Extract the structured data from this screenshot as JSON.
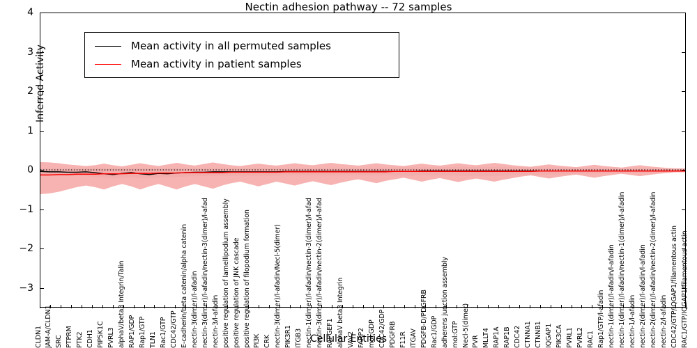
{
  "chart_data": {
    "type": "line",
    "title": "Nectin adhesion pathway -- 72 samples",
    "xlabel": "Cellular Entities",
    "ylabel": "Inferred Activity",
    "ylim": [
      -3.5,
      4
    ],
    "yticks": [
      -3,
      -2,
      -1,
      0,
      1,
      2,
      3,
      4
    ],
    "ytick_labels": [
      "−3",
      "−2",
      "−1",
      "0",
      "1",
      "2",
      "3",
      "4"
    ],
    "grid": false,
    "legend_position": "upper left",
    "series": [
      {
        "name": "Mean activity in all permuted samples",
        "color": "#000000",
        "style": "solid",
        "band_color": "#d9d9d9",
        "values": [
          -0.04,
          -0.05,
          -0.05,
          -0.06,
          -0.06,
          -0.05,
          -0.07,
          -0.1,
          -0.12,
          -0.09,
          -0.07,
          -0.1,
          -0.12,
          -0.09,
          -0.1,
          -0.08,
          -0.07,
          -0.06,
          -0.06,
          -0.05,
          -0.05,
          -0.05,
          -0.05,
          -0.05,
          -0.05,
          -0.05,
          -0.05,
          -0.04,
          -0.04,
          -0.04,
          -0.04,
          -0.04,
          -0.04,
          -0.04,
          -0.04,
          -0.04,
          -0.04,
          -0.04,
          -0.04,
          -0.04,
          -0.04,
          -0.04,
          -0.03,
          -0.03,
          -0.03,
          -0.03,
          -0.03,
          -0.03,
          -0.03,
          -0.03,
          -0.03,
          -0.03,
          -0.03,
          -0.03,
          -0.03,
          -0.03,
          -0.03,
          -0.03,
          -0.03,
          -0.03,
          -0.03,
          -0.03,
          -0.03,
          -0.03,
          -0.03,
          -0.03,
          -0.03,
          -0.03,
          -0.03,
          -0.03,
          -0.03,
          -0.03
        ],
        "band_upper": [
          0.04,
          0.04,
          0.05,
          0.05,
          0.05,
          0.05,
          0.06,
          0.05,
          0.05,
          0.05,
          0.05,
          0.05,
          0.05,
          0.05,
          0.05,
          0.05,
          0.05,
          0.05,
          0.05,
          0.05,
          0.05,
          0.05,
          0.05,
          0.05,
          0.05,
          0.05,
          0.05,
          0.05,
          0.05,
          0.05,
          0.05,
          0.05,
          0.05,
          0.05,
          0.05,
          0.05,
          0.05,
          0.06,
          0.06,
          0.06,
          0.07,
          0.07,
          0.07,
          0.07,
          0.07,
          0.07,
          0.08,
          0.08,
          0.08,
          0.08,
          0.08,
          0.08,
          0.07,
          0.07,
          0.07,
          0.06,
          0.06,
          0.06,
          0.06,
          0.05,
          0.05,
          0.05,
          0.05,
          0.05,
          0.04,
          0.04,
          0.04,
          0.04,
          0.04,
          0.03,
          0.03,
          0.03
        ],
        "band_lower": [
          -0.14,
          -0.15,
          -0.15,
          -0.16,
          -0.16,
          -0.16,
          -0.18,
          -0.2,
          -0.22,
          -0.2,
          -0.19,
          -0.21,
          -0.22,
          -0.2,
          -0.2,
          -0.18,
          -0.17,
          -0.16,
          -0.16,
          -0.15,
          -0.15,
          -0.15,
          -0.15,
          -0.15,
          -0.15,
          -0.15,
          -0.15,
          -0.14,
          -0.14,
          -0.14,
          -0.14,
          -0.14,
          -0.14,
          -0.14,
          -0.14,
          -0.14,
          -0.14,
          -0.14,
          -0.14,
          -0.14,
          -0.15,
          -0.15,
          -0.14,
          -0.14,
          -0.14,
          -0.14,
          -0.15,
          -0.15,
          -0.15,
          -0.15,
          -0.15,
          -0.15,
          -0.14,
          -0.13,
          -0.13,
          -0.12,
          -0.12,
          -0.12,
          -0.11,
          -0.1,
          -0.1,
          -0.09,
          -0.09,
          -0.08,
          -0.08,
          -0.07,
          -0.07,
          -0.06,
          -0.06,
          -0.05,
          -0.05,
          -0.05
        ]
      },
      {
        "name": "Mean activity in patient samples",
        "color": "#ff0000",
        "style": "solid",
        "band_color": "#f4a6a3",
        "values": [
          -0.13,
          -0.13,
          -0.12,
          -0.12,
          -0.11,
          -0.11,
          -0.11,
          -0.1,
          -0.1,
          -0.1,
          -0.09,
          -0.09,
          -0.09,
          -0.08,
          -0.08,
          -0.08,
          -0.07,
          -0.07,
          -0.07,
          -0.07,
          -0.07,
          -0.06,
          -0.06,
          -0.06,
          -0.06,
          -0.06,
          -0.06,
          -0.05,
          -0.05,
          -0.05,
          -0.05,
          -0.05,
          -0.05,
          -0.05,
          -0.05,
          -0.05,
          -0.05,
          -0.05,
          -0.05,
          -0.04,
          -0.04,
          -0.04,
          -0.04,
          -0.04,
          -0.04,
          -0.04,
          -0.04,
          -0.04,
          -0.04,
          -0.04,
          -0.04,
          -0.04,
          -0.04,
          -0.04,
          -0.04,
          -0.03,
          -0.03,
          -0.03,
          -0.03,
          -0.03,
          -0.03,
          -0.03,
          -0.03,
          -0.03,
          -0.03,
          -0.03,
          -0.03,
          -0.03,
          -0.03,
          -0.03,
          -0.03,
          -0.03
        ],
        "band_upper": [
          0.2,
          0.19,
          0.17,
          0.14,
          0.12,
          0.1,
          0.12,
          0.16,
          0.12,
          0.09,
          0.13,
          0.17,
          0.13,
          0.1,
          0.14,
          0.18,
          0.14,
          0.11,
          0.15,
          0.19,
          0.15,
          0.12,
          0.1,
          0.13,
          0.16,
          0.13,
          0.11,
          0.14,
          0.17,
          0.14,
          0.12,
          0.15,
          0.18,
          0.15,
          0.13,
          0.11,
          0.14,
          0.17,
          0.14,
          0.12,
          0.1,
          0.13,
          0.16,
          0.13,
          0.11,
          0.14,
          0.17,
          0.14,
          0.12,
          0.15,
          0.18,
          0.15,
          0.12,
          0.1,
          0.08,
          0.11,
          0.14,
          0.11,
          0.09,
          0.07,
          0.1,
          0.13,
          0.1,
          0.08,
          0.06,
          0.09,
          0.12,
          0.09,
          0.07,
          0.05,
          0.04,
          0.04
        ],
        "band_lower": [
          -0.62,
          -0.6,
          -0.56,
          -0.5,
          -0.44,
          -0.4,
          -0.44,
          -0.5,
          -0.42,
          -0.36,
          -0.42,
          -0.5,
          -0.42,
          -0.36,
          -0.43,
          -0.5,
          -0.42,
          -0.36,
          -0.42,
          -0.48,
          -0.4,
          -0.34,
          -0.3,
          -0.36,
          -0.42,
          -0.36,
          -0.3,
          -0.35,
          -0.4,
          -0.34,
          -0.29,
          -0.34,
          -0.39,
          -0.33,
          -0.28,
          -0.24,
          -0.29,
          -0.34,
          -0.28,
          -0.24,
          -0.2,
          -0.25,
          -0.3,
          -0.25,
          -0.21,
          -0.26,
          -0.31,
          -0.26,
          -0.22,
          -0.26,
          -0.3,
          -0.25,
          -0.21,
          -0.17,
          -0.14,
          -0.18,
          -0.22,
          -0.18,
          -0.15,
          -0.12,
          -0.16,
          -0.2,
          -0.16,
          -0.13,
          -0.1,
          -0.13,
          -0.16,
          -0.13,
          -0.1,
          -0.08,
          -0.06,
          -0.06
        ]
      }
    ],
    "zero_reference_line": {
      "value": 0,
      "style": "dotted",
      "color": "#000000"
    },
    "categories": [
      "CLDN1",
      "JAM-A/CLDN1",
      "SRC",
      "PTPRM",
      "PTK2",
      "CDH1",
      "PIP5K1C",
      "PVRL3",
      "alphaV/beta3 Integrin/Talin",
      "RAP1/GDP",
      "Rap1/GTP",
      "TLN1",
      "Rac1/GTP",
      "CDC42/GTP",
      "E-cadherin/beta catenin/alpha catenin",
      "nectin-3(dimer)/l-afadin",
      "nectin-3(dimer)/l-afadin/nectin-3(dimer)/l-afad",
      "nectin-3/l-afadin",
      "positive regulation of lamellipodium assembly",
      "positive regulation of JNK cascade",
      "positive regulation of filopodium formation",
      "PI3K",
      "CRK",
      "nectin-3(dimer)/l-afadin/Necl-5(dimer)",
      "PIK3R1",
      "ITGB3",
      "nectin-1(dimer)/l-afadin/nectin-3(dimer)/l-afad",
      "nectin-3(dimer)/l-afadin/nectin-2(dimer)/l-afad",
      "RAPGEF1",
      "alphaV beta3 Integrin",
      "VAV2",
      "FARP2",
      "mol:GDP",
      "CDC42/GDP",
      "PDGFRB",
      "F11R",
      "ITGAV",
      "PDGFB-D/PDGFRB",
      "Rac1/GDP",
      "adherens junction assembly",
      "mol:GTP",
      "Necl-5(dimer)",
      "PVR",
      "MLLT4",
      "RAP1A",
      "RAP1B",
      "CDC42",
      "CTNNA1",
      "CTNNB1",
      "IQGAP1",
      "PIK3CA",
      "PVRL1",
      "PVRL2",
      "RAC1",
      "Rap1/GTP/l-afadin",
      "nectin-1(dimer)/l-afadin/l-afadin",
      "nectin-1(dimer)/l-afadin/nectin-1(dimer)/l-afadin",
      "nectin-1/l-afadin",
      "nectin-2(dimer)/l-afadin/l-afadin",
      "nectin-2(dimer)/l-afadin/nectin-2(dimer)/l-afadin",
      "nectin-2/l-afadin",
      "CDC42/GTP/IQGAP1/filamentous actin",
      "RAC1/GTP/IQGAP1/filamentous actin"
    ]
  },
  "legend": {
    "entries": [
      {
        "label": "Mean activity in all permuted samples",
        "color": "#000000"
      },
      {
        "label": "Mean activity in patient samples",
        "color": "#ff0000"
      }
    ]
  }
}
